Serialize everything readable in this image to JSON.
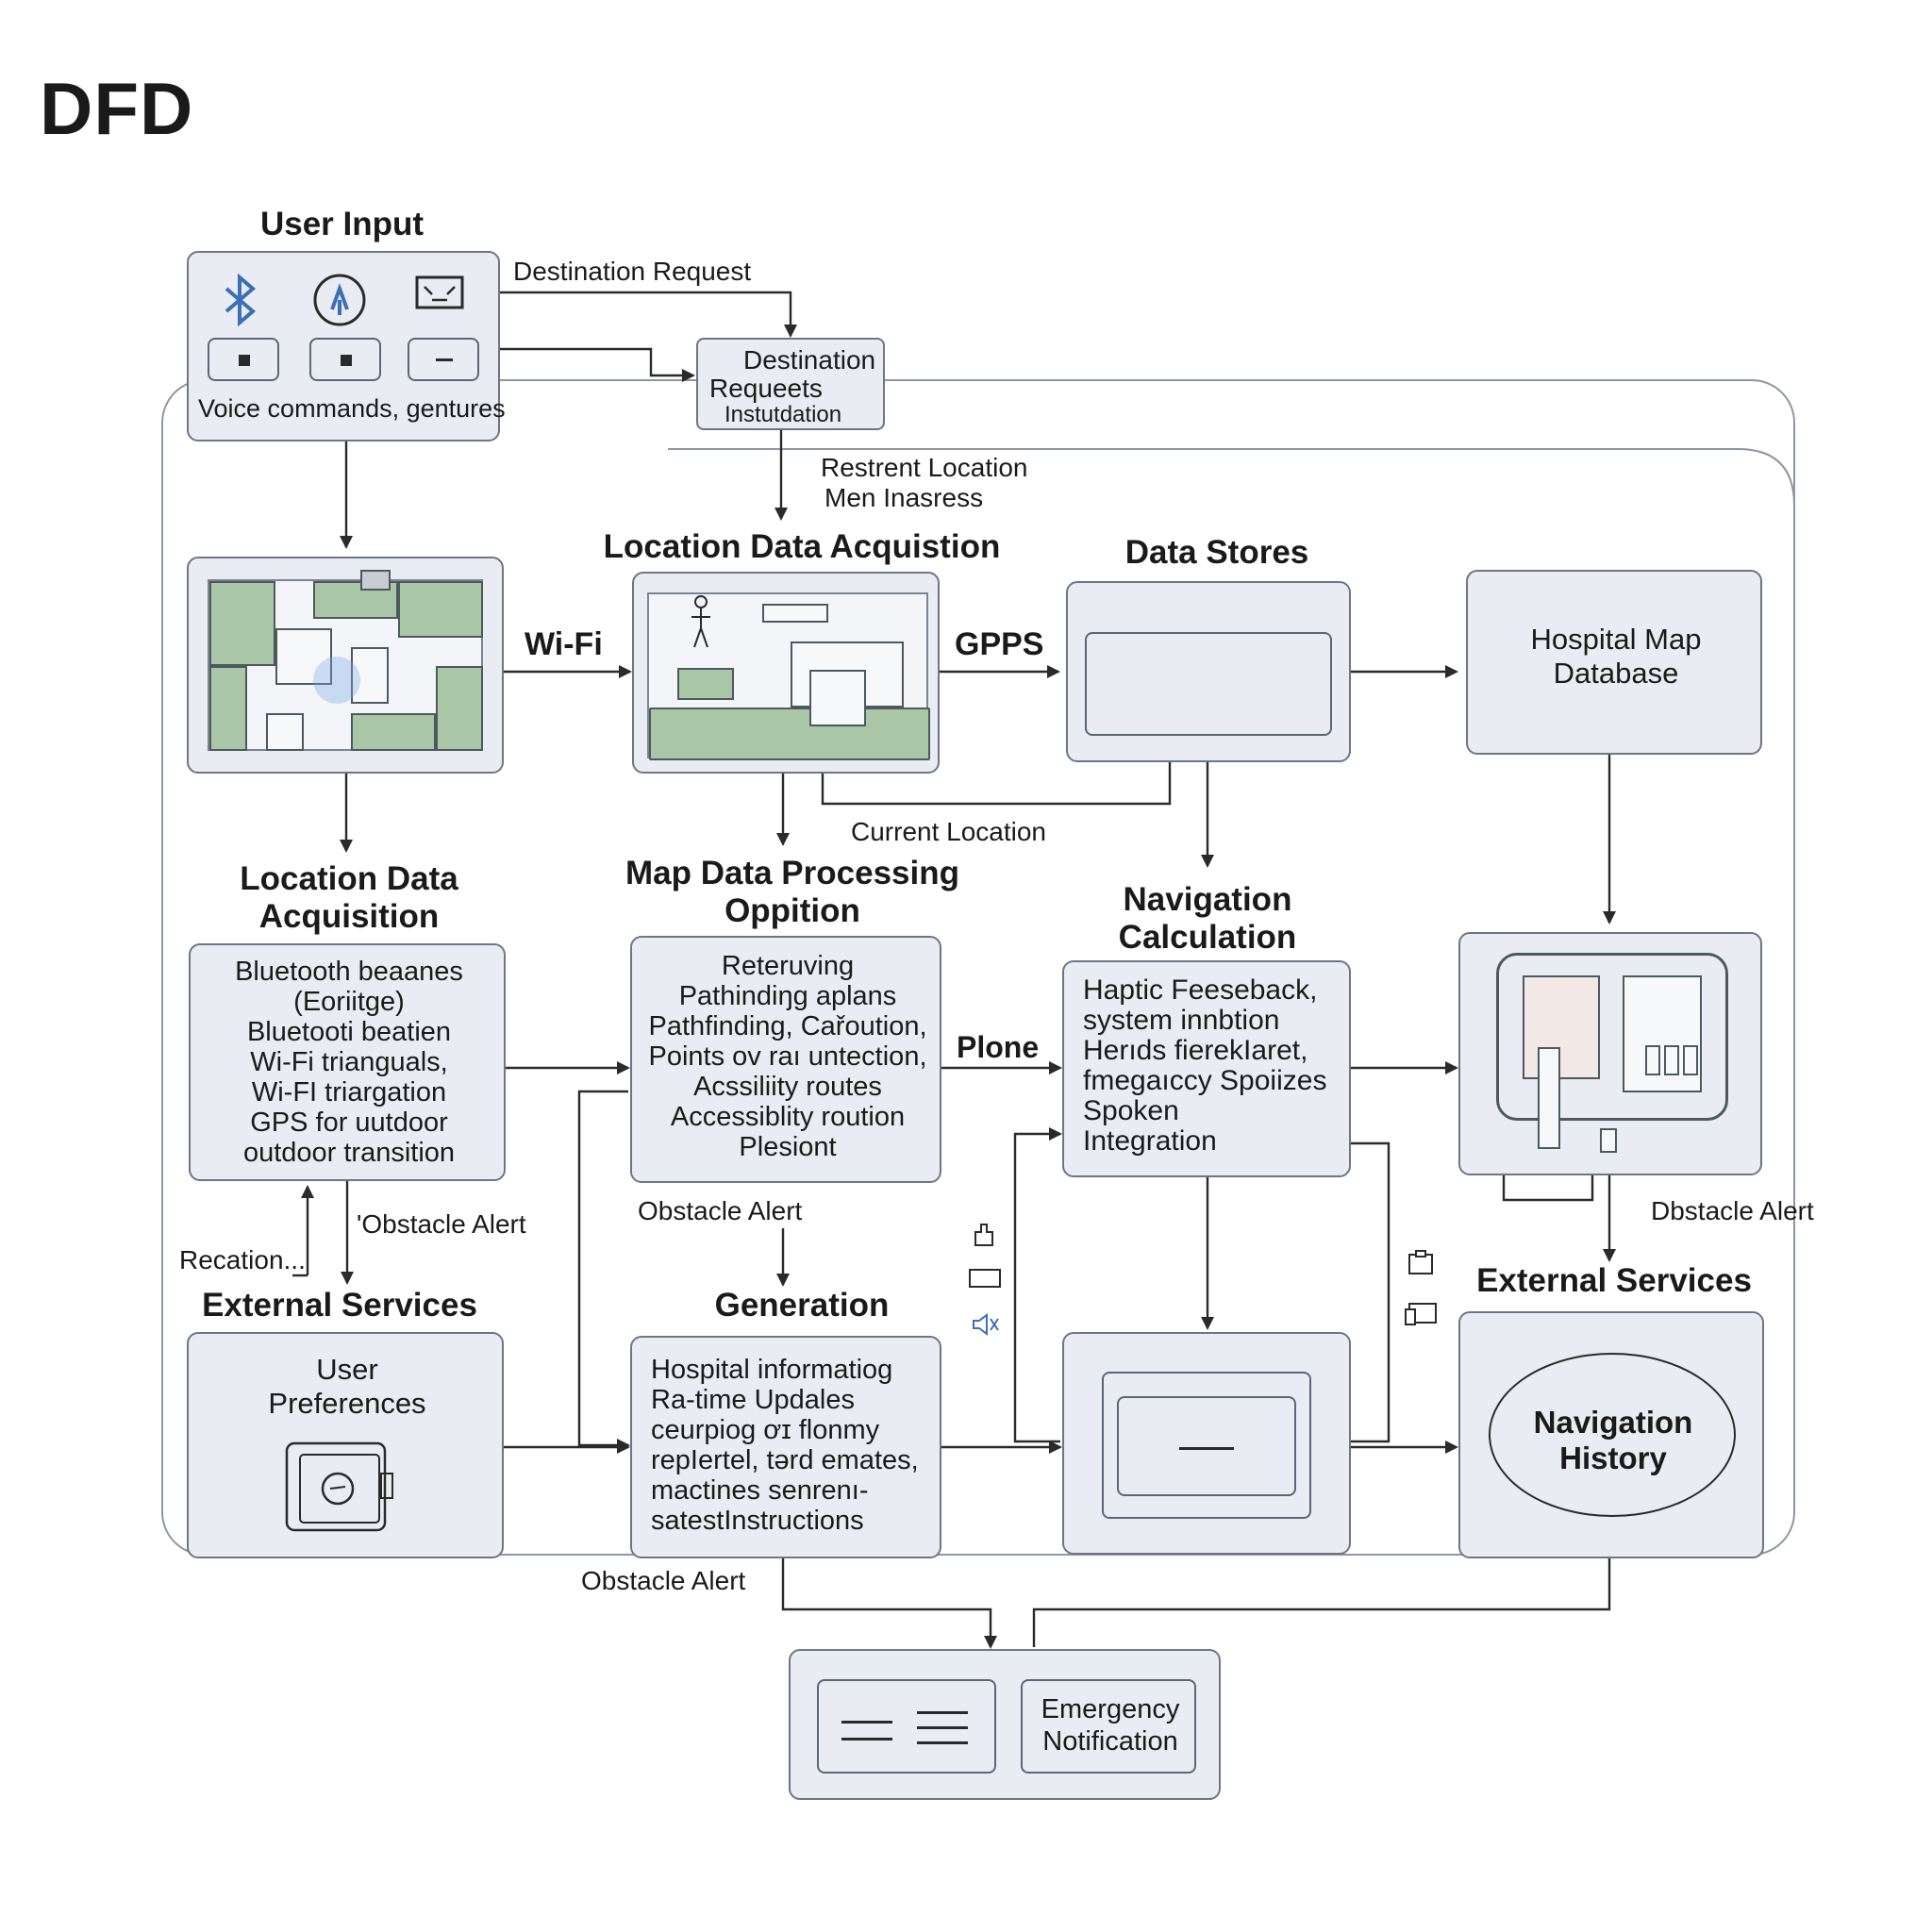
{
  "page_title": "DFD",
  "user_input": {
    "title": "User Input",
    "caption": "Voice commands, gentures"
  },
  "labels": {
    "destination_request": "Destination Request",
    "restrent_location_1": "Restrent Location",
    "restrent_location_2": "Men Inasress",
    "wifi": "Wi-Fi",
    "gpps": "GPPS",
    "current_location": "Current Location",
    "plone": "Plone",
    "obstacle_alert_left": "'Obstacle Alert",
    "recation": "Recation...",
    "obstacle_alert_mid": "Obstacle Alert",
    "obstacle_alert_right": "Dbstacle Alert",
    "obstacle_alert_bottom": "Obstacle Alert"
  },
  "destination_box": {
    "line1": "Destination",
    "line2": "Requeets",
    "line3": "Instutdation"
  },
  "location_acq_top": {
    "title": "Location Data Acquistion"
  },
  "data_stores": {
    "title": "Data Stores"
  },
  "hospital_map_db": {
    "line1": "Hospital Map",
    "line2": "Database"
  },
  "location_acq": {
    "title_line1": "Location Data",
    "title_line2": "Acquisition",
    "lines": [
      "Bluetooth beaanes",
      "(Eoriitge)",
      "Bluetooti beatien",
      "Wi-Fi trianguals,",
      "Wi-FI triargation",
      "GPS for uutdoor",
      "outdoor transition"
    ]
  },
  "map_processing": {
    "title_line1": "Map Data Processing",
    "title_line2": "Oppition",
    "lines": [
      "Reteruving",
      "Pathindiŋg aplans",
      "Pathfinding, Cařoution,",
      "Points ov raı untection,",
      "Acssiliity routes",
      "Accessiblity roution",
      "Plesiont"
    ]
  },
  "navigation_calc": {
    "title_line1": "Navigation",
    "title_line2": "Calculation",
    "lines": [
      "Haptic Feeseback,",
      "system innbtion",
      "Herıds fierekIaret,",
      "fmegaıccy Spoiizes",
      "Spoken",
      "Integration"
    ]
  },
  "external_left": {
    "title": "External Services",
    "line1": "User",
    "line2": "Preferences"
  },
  "generation": {
    "title": "Generation",
    "lines": [
      "Hospital informatiog",
      "Ra-time Updales",
      "ceurpiog ơɪ flonmy",
      "repIertel, tərd emates,",
      "mactines senrenı-",
      "satestInstructions"
    ]
  },
  "external_right": {
    "title": "External Services",
    "line1": "Navigation",
    "line2": "History"
  },
  "emergency": {
    "line1": "Emergency",
    "line2": "Notification"
  }
}
